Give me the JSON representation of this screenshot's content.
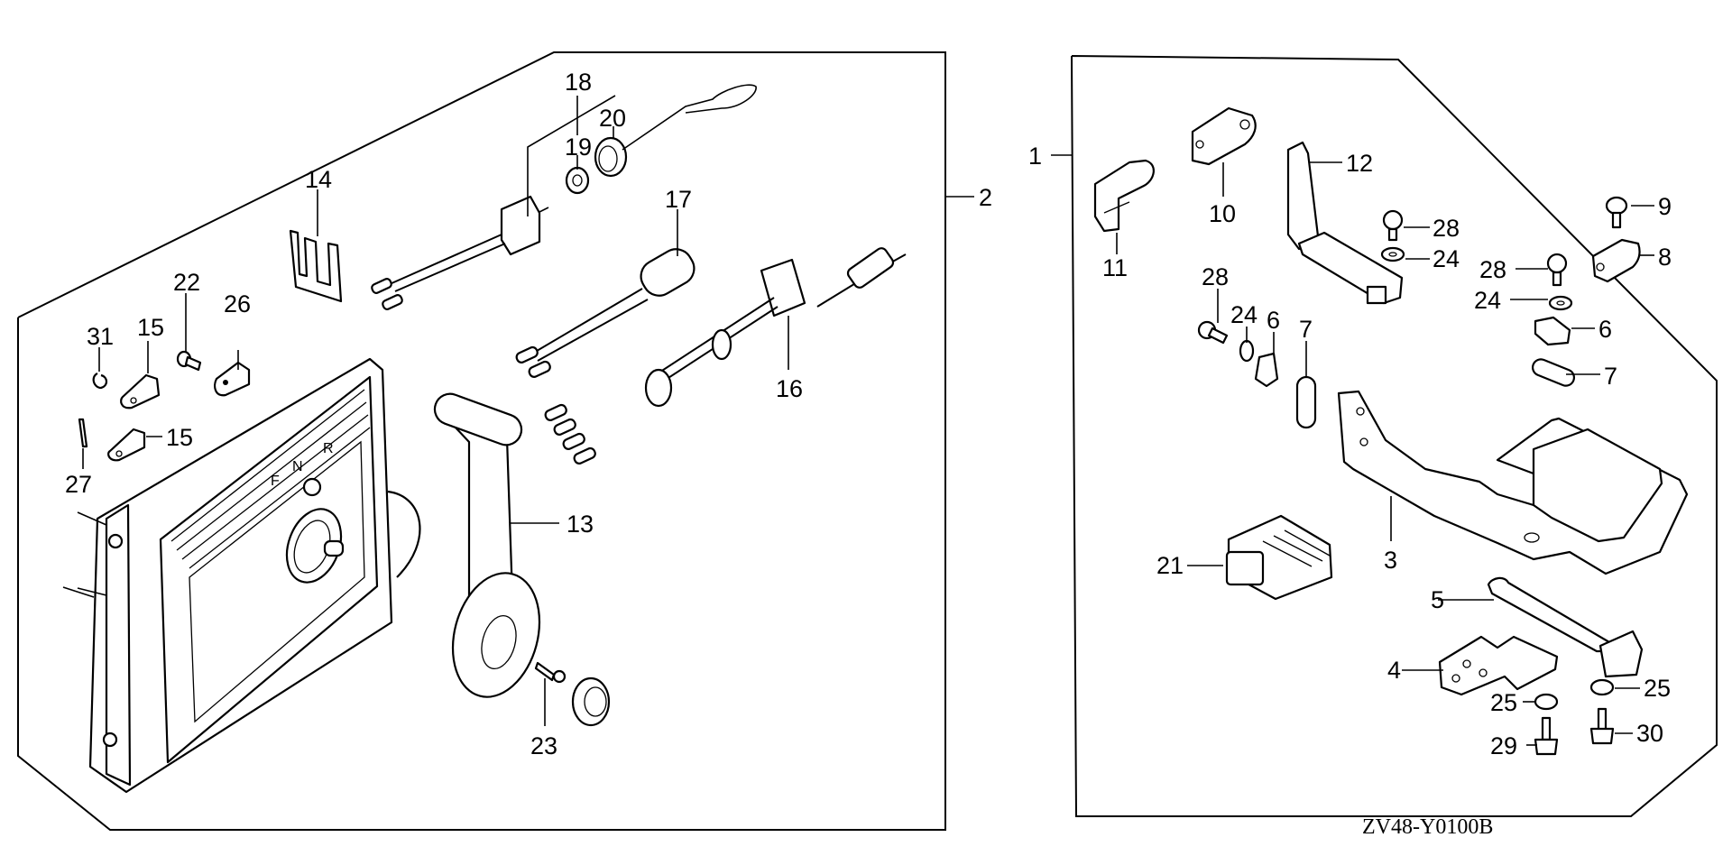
{
  "diagram": {
    "drawing_code": "ZV48-Y0100B",
    "lever_marks": [
      "F",
      "N",
      "R"
    ],
    "left_group": {
      "group_label": "2",
      "callouts": [
        "18",
        "19",
        "20",
        "17",
        "14",
        "22",
        "26",
        "31",
        "15",
        "15",
        "27",
        "16",
        "13",
        "23"
      ]
    },
    "right_group": {
      "group_label": "1",
      "callouts": [
        "10",
        "11",
        "12",
        "28",
        "24",
        "9",
        "8",
        "28",
        "24",
        "6",
        "28",
        "24",
        "6",
        "7",
        "7",
        "3",
        "21",
        "5",
        "4",
        "25",
        "25",
        "29",
        "30"
      ]
    }
  }
}
